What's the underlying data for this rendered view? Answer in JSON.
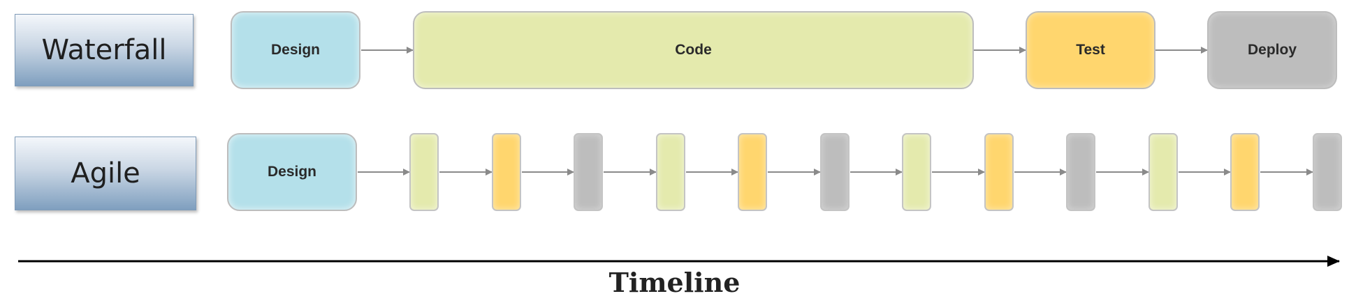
{
  "rows": {
    "waterfall": {
      "label": "Waterfall",
      "phases": [
        {
          "name": "Design",
          "kind": "design"
        },
        {
          "name": "Code",
          "kind": "code"
        },
        {
          "name": "Test",
          "kind": "test"
        },
        {
          "name": "Deploy",
          "kind": "deploy"
        }
      ]
    },
    "agile": {
      "label": "Agile",
      "design_label": "Design",
      "iterations": [
        "code",
        "test",
        "deploy",
        "code",
        "test",
        "deploy",
        "code",
        "test",
        "deploy",
        "code",
        "test",
        "deploy"
      ]
    }
  },
  "timeline": {
    "label": "Timeline"
  },
  "colors": {
    "design": "#b4e0ea",
    "code": "#e4eaad",
    "test": "#ffd66e",
    "deploy": "#bdbdbd",
    "arrow": "#8a8a8a",
    "timeline": "#000000"
  }
}
